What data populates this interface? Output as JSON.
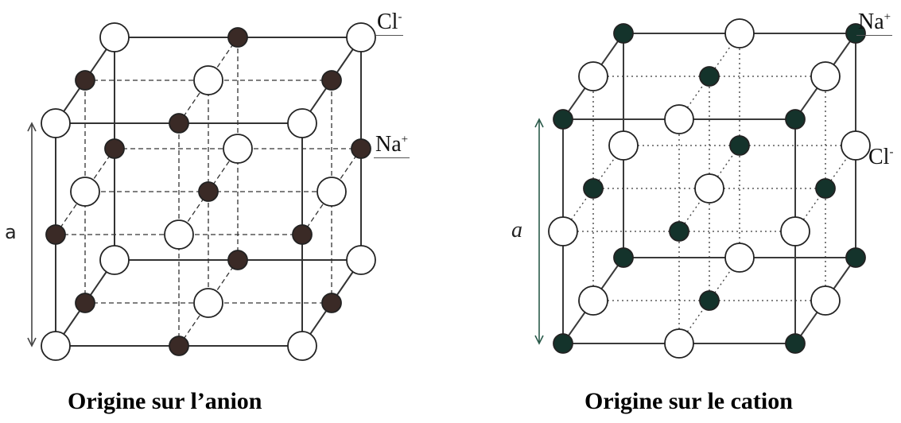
{
  "captions": {
    "left": "Origine sur l’anion",
    "right": "Origine sur le cation"
  },
  "labels": {
    "left_top": {
      "ion": "Cl",
      "charge": "-"
    },
    "left_mid": {
      "ion": "Na",
      "charge": "+"
    },
    "right_top": {
      "ion": "Na",
      "charge": "+"
    },
    "right_mid": {
      "ion": "Cl",
      "charge": "-"
    },
    "left_param": "a",
    "right_param": "a"
  },
  "colors": {
    "left_cation": "#3a2a26",
    "right_cation": "#14332b",
    "anion": "#ffffff",
    "line": "#333333"
  }
}
